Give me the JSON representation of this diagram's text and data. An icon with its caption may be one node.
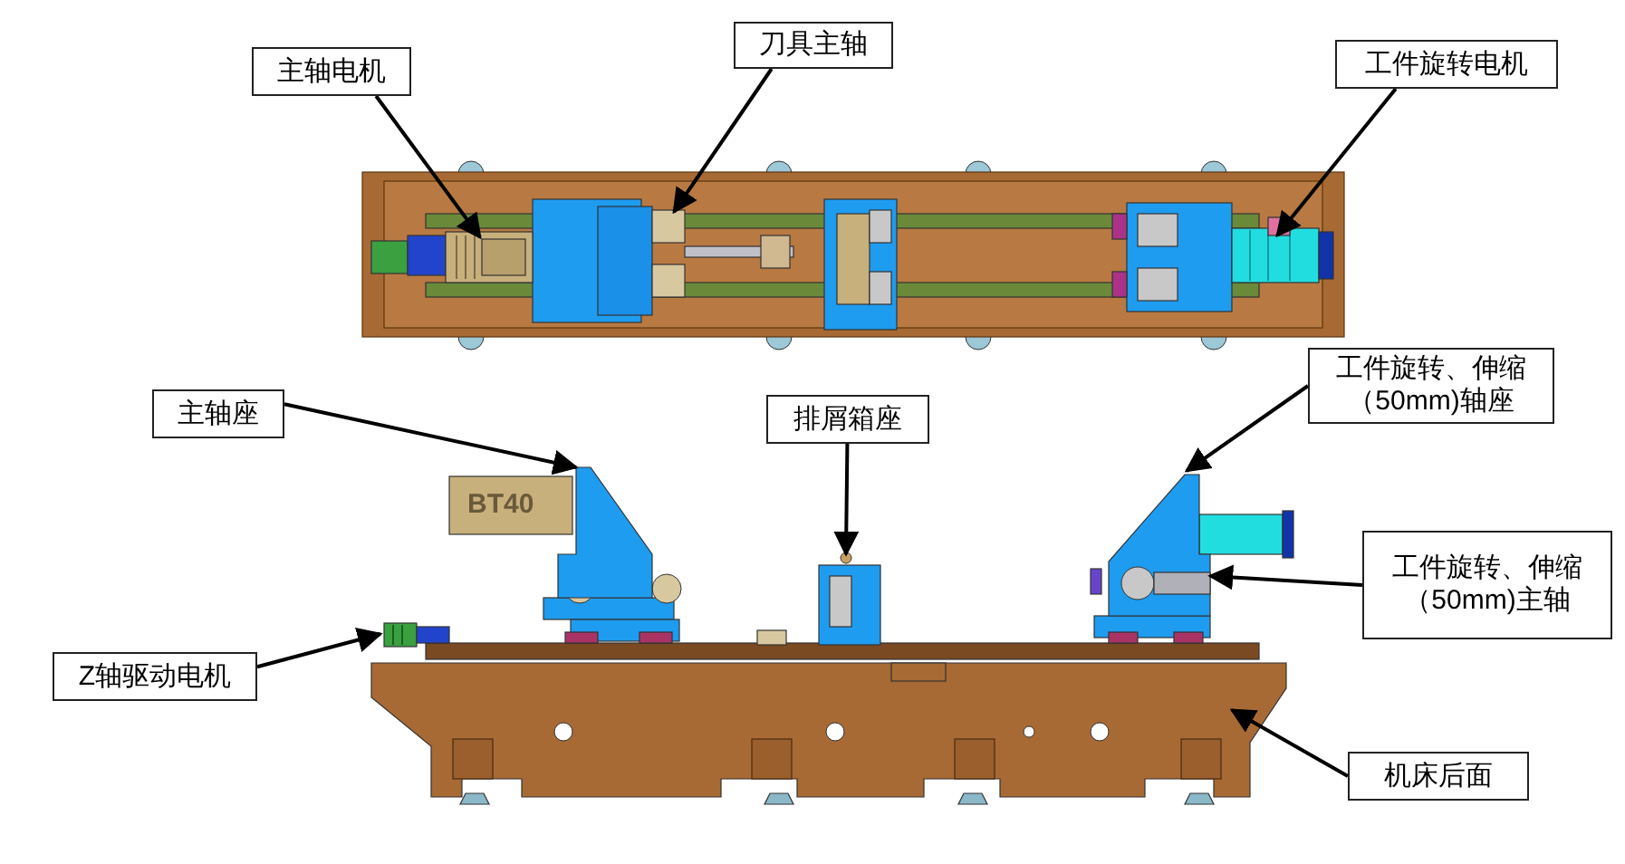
{
  "diagram": {
    "nodes": [
      {
        "text": [
          "主轴电机"
        ]
      },
      {
        "text": [
          "刀具主轴"
        ]
      },
      {
        "text": [
          "工件旋转电机"
        ]
      },
      {
        "text": [
          "主轴座"
        ]
      },
      {
        "text": [
          "排屑箱座"
        ]
      },
      {
        "text": [
          "工件旋转、伸缩（50mm)轴座"
        ]
      },
      {
        "text": [
          "工件旋转、伸缩（50mm)主轴"
        ]
      },
      {
        "text": [
          "Z轴驱动电机"
        ]
      },
      {
        "text": [
          "机床后面"
        ]
      },
      {
        "text": [],
        "shape": "picture"
      },
      {
        "text": [],
        "shape": "picture"
      },
      {
        "text": [],
        "shape": "picture"
      },
      {
        "text": [],
        "shape": "picture"
      },
      {
        "text": [],
        "shape": "picture"
      },
      {
        "text": [],
        "shape": "picture"
      },
      {
        "text": [],
        "shape": "picture"
      },
      {
        "text": [],
        "shape": "picture"
      },
      {
        "text": [],
        "shape": "picture"
      }
    ],
    "edges": [
      {
        "from": 0,
        "to": 9,
        "arrow": "to"
      },
      {
        "from": 1,
        "to": 10,
        "arrow": "to"
      },
      {
        "from": 2,
        "to": 11,
        "arrow": "to"
      },
      {
        "from": 3,
        "to": 12,
        "arrow": "to"
      },
      {
        "from": 4,
        "to": 13,
        "arrow": "to"
      },
      {
        "from": 5,
        "to": 14,
        "arrow": "to"
      },
      {
        "from": 6,
        "to": 15,
        "arrow": "to"
      },
      {
        "from": 7,
        "to": 16,
        "arrow": "to"
      },
      {
        "from": 8,
        "to": 17,
        "arrow": "to"
      }
    ],
    "labels": [
      "BT40"
    ]
  }
}
